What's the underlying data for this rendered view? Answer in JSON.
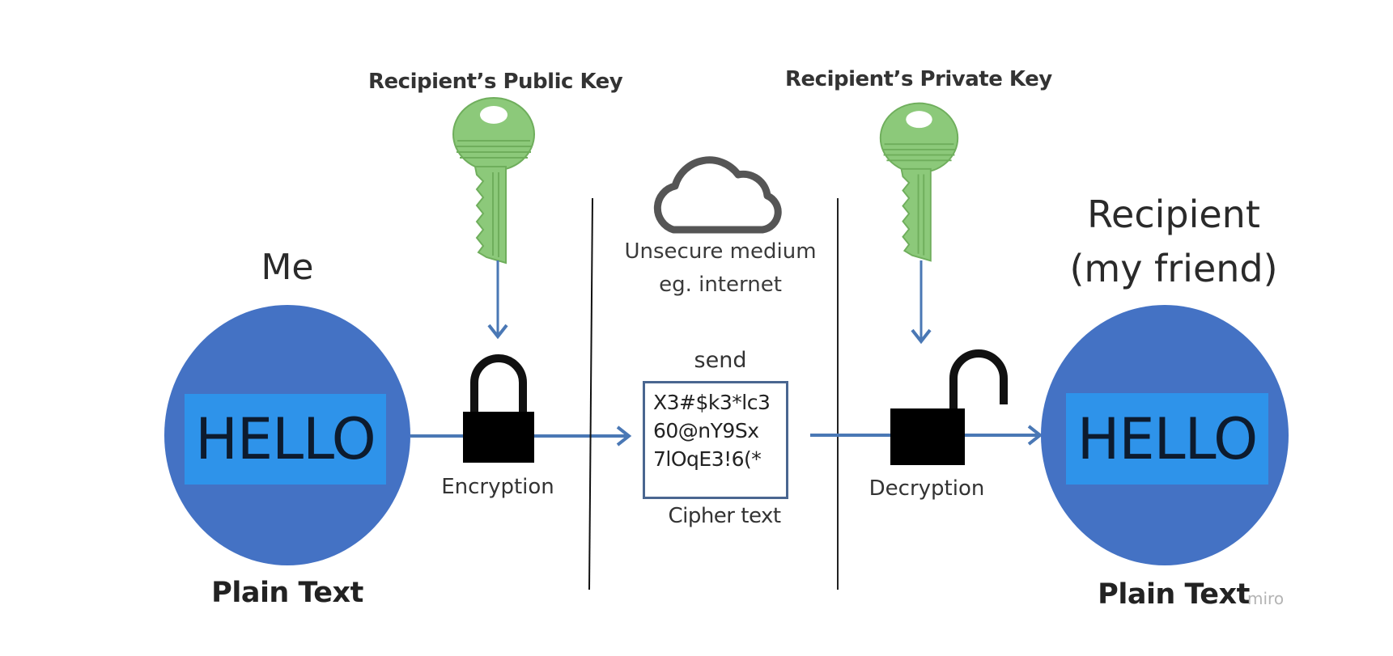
{
  "colors": {
    "circle_fill": "#4472c4",
    "hello_box_fill": "#2e93ea",
    "arrow": "#4a78b5",
    "key_green": "#8cc97a",
    "lock_black": "#000000",
    "divider": "#111111",
    "cipher_border": "#4a6690"
  },
  "sender": {
    "heading": "Me",
    "message": "HELLO",
    "caption": "Plain Text"
  },
  "encryption": {
    "key_label": "Recipient’s Public Key",
    "key_icon": "key-icon",
    "lock_icon": "lock-closed-icon",
    "caption": "Encryption"
  },
  "medium": {
    "icon": "cloud-icon",
    "line1": "Unsecure medium",
    "line2": "eg. internet",
    "send_label": "send",
    "cipher_lines": [
      "X3#$k3*lc3",
      "60@nY9Sx",
      "7lOqE3!6(*"
    ],
    "cipher_caption": "Cipher text"
  },
  "decryption": {
    "key_label": "Recipient’s Private Key",
    "key_icon": "key-icon",
    "lock_icon": "lock-open-icon",
    "caption": "Decryption"
  },
  "recipient": {
    "heading_line1": "Recipient",
    "heading_line2": "(my friend)",
    "message": "HELLO",
    "caption": "Plain Text"
  },
  "watermark": "miro"
}
